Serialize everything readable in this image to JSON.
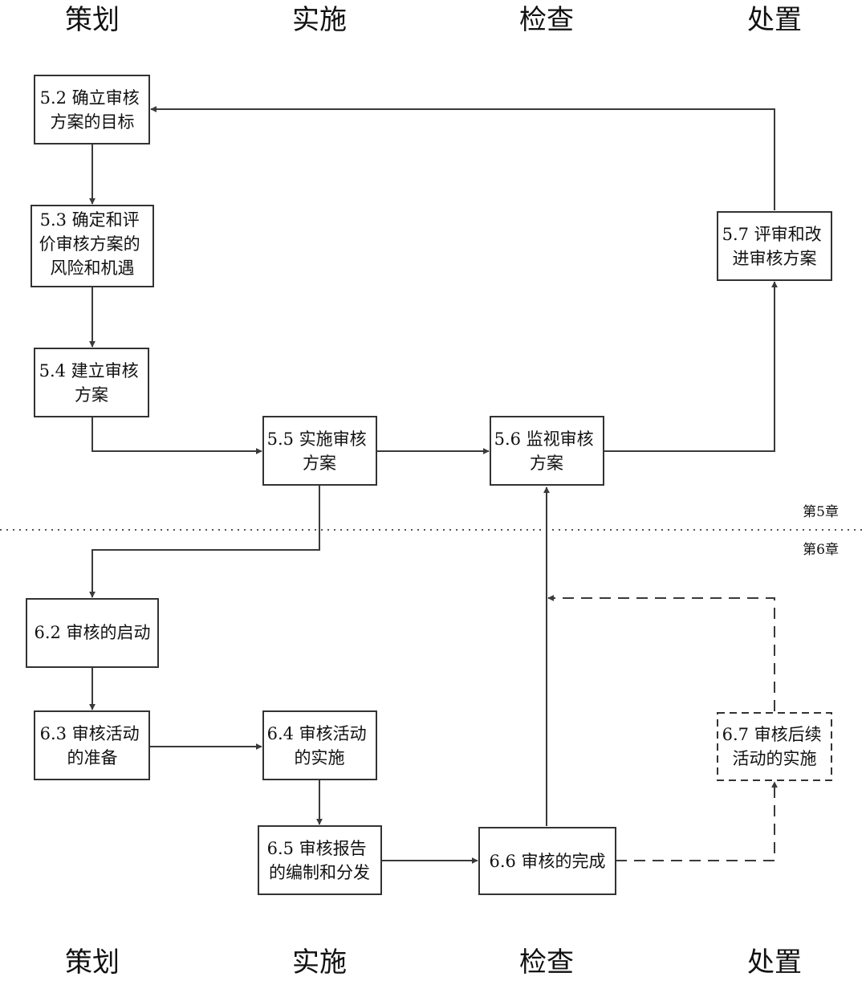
{
  "columns": {
    "plan": "策划",
    "do": "实施",
    "check": "检查",
    "act": "处置"
  },
  "chapters": {
    "ch5": "第5章",
    "ch6": "第6章"
  },
  "boxes": {
    "b52": [
      "5.2 确立审核",
      "方案的目标"
    ],
    "b53": [
      "5.3 确定和评",
      "价审核方案的",
      "风险和机遇"
    ],
    "b54": [
      "5.4 建立审核",
      "方案"
    ],
    "b55": [
      "5.5 实施审核",
      "方案"
    ],
    "b56": [
      "5.6 监视审核",
      "方案"
    ],
    "b57": [
      "5.7 评审和改",
      "进审核方案"
    ],
    "b62": [
      "6.2 审核的启动"
    ],
    "b63": [
      "6.3 审核活动",
      "的准备"
    ],
    "b64": [
      "6.4 审核活动",
      "的实施"
    ],
    "b65": [
      "6.5 审核报告",
      "的编制和分发"
    ],
    "b66": [
      "6.6 审核的完成"
    ],
    "b67": [
      "6.7 审核后续",
      "活动的实施"
    ]
  }
}
